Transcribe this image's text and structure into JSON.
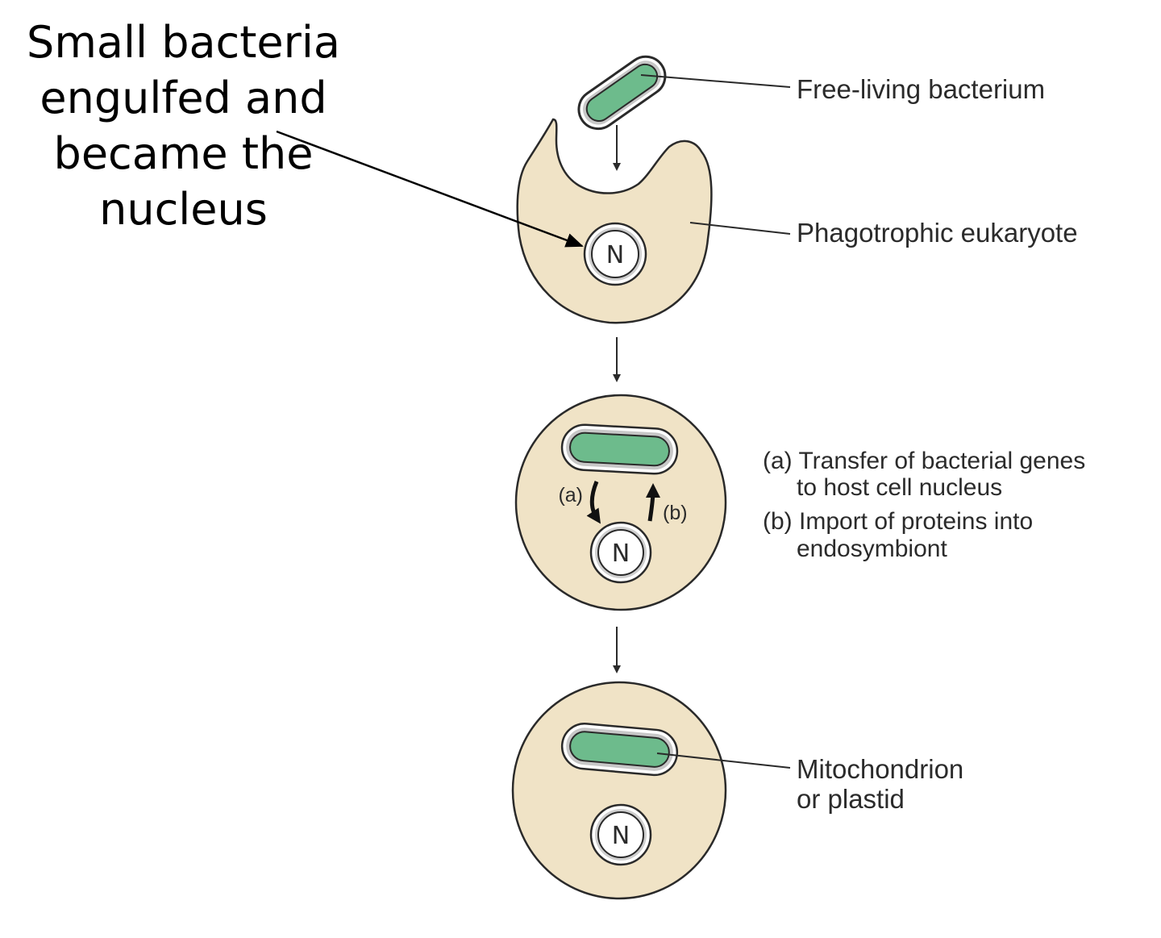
{
  "annotation": {
    "lines": [
      "Small bacteria",
      "engulfed and",
      "became the",
      "nucleus"
    ]
  },
  "labels": {
    "free_living": "Free-living bacterium",
    "phagotrophic": "Phagotrophic eukaryote",
    "transfer_line1": "(a) Transfer of bacterial genes",
    "transfer_line2": "to host cell nucleus",
    "import_line1": "(b) Import of proteins into",
    "import_line2": "endosymbiont",
    "organelle_line1": "Mitochondrion",
    "organelle_line2": "or plastid"
  },
  "markers": {
    "nucleus": "N",
    "a": "(a)",
    "b": "(b)"
  },
  "colors": {
    "cell_fill": "#f0e3c6",
    "bacterium_fill": "#6dbb8c",
    "outline": "#2a2a2a",
    "membrane_gray": "#b9b9b9"
  }
}
